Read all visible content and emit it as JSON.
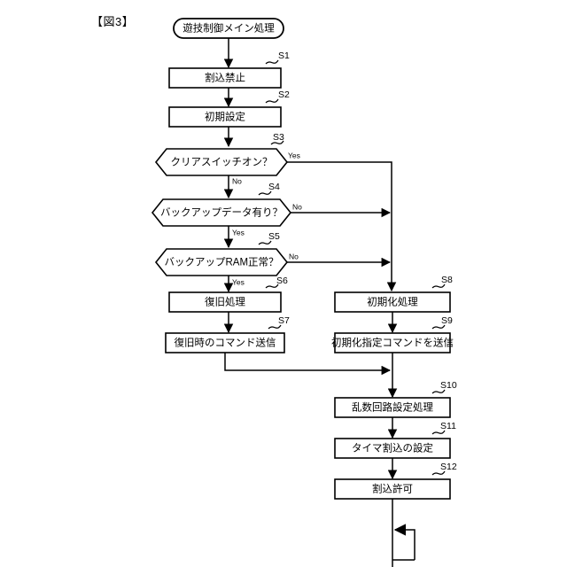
{
  "figure": {
    "label": "【図3】",
    "caption_present": true
  },
  "flowchart": {
    "start_node": {
      "id": "start",
      "shape": "terminal",
      "label": "遊技制御メイン処理"
    },
    "nodes": [
      {
        "id": "S1",
        "step": "S1",
        "shape": "process",
        "label": "割込禁止",
        "column": "left"
      },
      {
        "id": "S2",
        "step": "S2",
        "shape": "process",
        "label": "初期設定",
        "column": "left"
      },
      {
        "id": "S3",
        "step": "S3",
        "shape": "decision",
        "label": "クリアスイッチオン？",
        "column": "left"
      },
      {
        "id": "S4",
        "step": "S4",
        "shape": "decision",
        "label": "バックアップデータ有り？",
        "column": "left"
      },
      {
        "id": "S5",
        "step": "S5",
        "shape": "decision",
        "label": "バックアップRAM正常？",
        "column": "left"
      },
      {
        "id": "S6",
        "step": "S6",
        "shape": "process",
        "label": "復旧処理",
        "column": "left"
      },
      {
        "id": "S7",
        "step": "S7",
        "shape": "process",
        "label": "復旧時のコマンド送信",
        "column": "left"
      },
      {
        "id": "S8",
        "step": "S8",
        "shape": "process",
        "label": "初期化処理",
        "column": "right"
      },
      {
        "id": "S9",
        "step": "S9",
        "shape": "process",
        "label": "初期化指定コマンドを送信",
        "column": "right"
      },
      {
        "id": "S10",
        "step": "S10",
        "shape": "process",
        "label": "乱数回路設定処理",
        "column": "right"
      },
      {
        "id": "S11",
        "step": "S11",
        "shape": "process",
        "label": "タイマ割込の設定",
        "column": "right"
      },
      {
        "id": "S12",
        "step": "S12",
        "shape": "process",
        "label": "割込許可",
        "column": "right"
      }
    ],
    "edge_labels": {
      "s3_yes": "Yes",
      "s3_no": "No",
      "s4_no": "No",
      "s4_yes": "Yes",
      "s5_no": "No",
      "s5_yes": "Yes"
    }
  },
  "colors": {
    "stroke": "#000000",
    "fill": "#ffffff",
    "background": "#ffffff"
  }
}
